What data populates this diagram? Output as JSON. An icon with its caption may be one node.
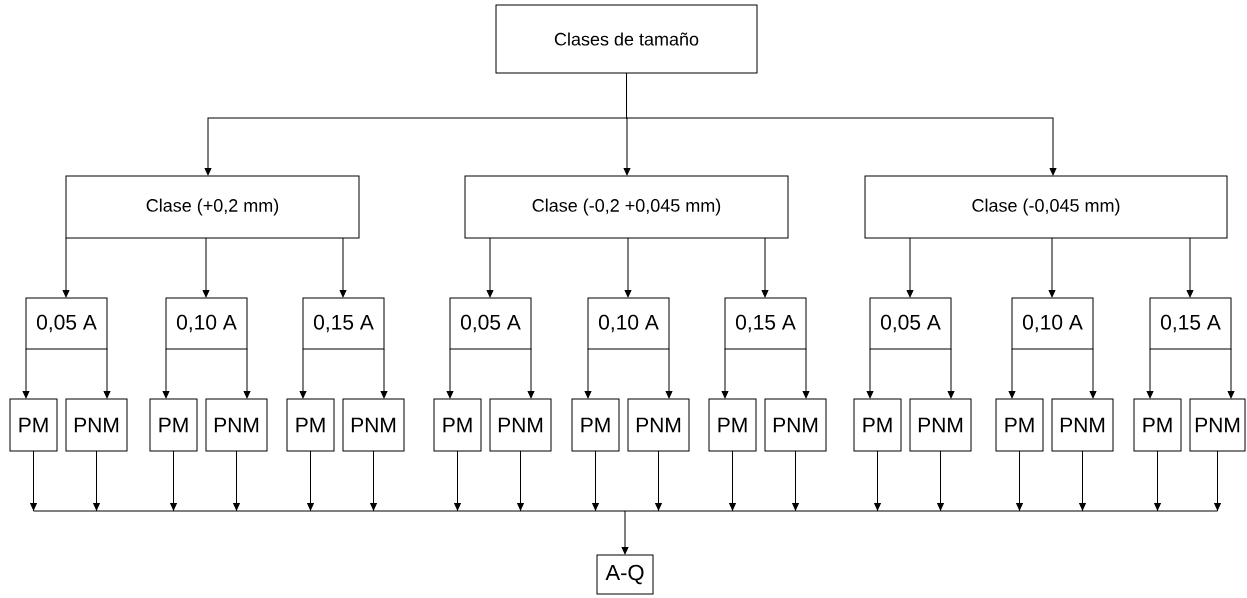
{
  "diagram": {
    "nodes": [
      {
        "text": [
          "Clases de tamaño"
        ]
      },
      {
        "text": [
          "Clase (+0,2 mm)"
        ]
      },
      {
        "text": [
          "Clase (-0,2 +0,045 mm)"
        ]
      },
      {
        "text": [
          "Clase (-0,045 mm)"
        ]
      },
      {
        "text": [
          "0,05 A"
        ]
      },
      {
        "text": [
          "0,10 A"
        ]
      },
      {
        "text": [
          "0,15 A"
        ]
      },
      {
        "text": [
          "0,05 A"
        ]
      },
      {
        "text": [
          "0,10 A"
        ]
      },
      {
        "text": [
          "0,15 A"
        ]
      },
      {
        "text": [
          "0,05 A"
        ]
      },
      {
        "text": [
          "0,10 A"
        ]
      },
      {
        "text": [
          "0,15 A"
        ]
      },
      {
        "text": [
          "PM"
        ]
      },
      {
        "text": [
          "PNM"
        ]
      },
      {
        "text": [
          "PM"
        ]
      },
      {
        "text": [
          "PNM"
        ]
      },
      {
        "text": [
          "PM"
        ]
      },
      {
        "text": [
          "PNM"
        ]
      },
      {
        "text": [
          "PM"
        ]
      },
      {
        "text": [
          "PNM"
        ]
      },
      {
        "text": [
          "PM"
        ]
      },
      {
        "text": [
          "PNM"
        ]
      },
      {
        "text": [
          "PM"
        ]
      },
      {
        "text": [
          "PNM"
        ]
      },
      {
        "text": [
          "PM"
        ]
      },
      {
        "text": [
          "PNM"
        ]
      },
      {
        "text": [
          "PM"
        ]
      },
      {
        "text": [
          "PNM"
        ]
      },
      {
        "text": [
          "PM"
        ]
      },
      {
        "text": [
          "PNM"
        ]
      },
      {
        "text": [
          "A-Q"
        ]
      }
    ],
    "edges": [
      {
        "from": 0,
        "to": 1,
        "arrow": "to"
      },
      {
        "from": 0,
        "to": 2,
        "arrow": "to"
      },
      {
        "from": 0,
        "to": 3,
        "arrow": "to"
      },
      {
        "from": 1,
        "to": 4,
        "arrow": "to"
      },
      {
        "from": 1,
        "to": 5,
        "arrow": "to"
      },
      {
        "from": 1,
        "to": 6,
        "arrow": "to"
      },
      {
        "from": 2,
        "to": 7,
        "arrow": "to"
      },
      {
        "from": 2,
        "to": 8,
        "arrow": "to"
      },
      {
        "from": 2,
        "to": 9,
        "arrow": "to"
      },
      {
        "from": 3,
        "to": 10,
        "arrow": "to"
      },
      {
        "from": 3,
        "to": 11,
        "arrow": "to"
      },
      {
        "from": 3,
        "to": 12,
        "arrow": "to"
      },
      {
        "from": 4,
        "to": 13,
        "arrow": "to"
      },
      {
        "from": 4,
        "to": 14,
        "arrow": "to"
      },
      {
        "from": 5,
        "to": 15,
        "arrow": "to"
      },
      {
        "from": 5,
        "to": 16,
        "arrow": "to"
      },
      {
        "from": 6,
        "to": 17,
        "arrow": "to"
      },
      {
        "from": 6,
        "to": 18,
        "arrow": "to"
      },
      {
        "from": 7,
        "to": 19,
        "arrow": "to"
      },
      {
        "from": 7,
        "to": 20,
        "arrow": "to"
      },
      {
        "from": 8,
        "to": 21,
        "arrow": "to"
      },
      {
        "from": 8,
        "to": 22,
        "arrow": "to"
      },
      {
        "from": 9,
        "to": 23,
        "arrow": "to"
      },
      {
        "from": 9,
        "to": 24,
        "arrow": "to"
      },
      {
        "from": 10,
        "to": 25,
        "arrow": "to"
      },
      {
        "from": 10,
        "to": 26,
        "arrow": "to"
      },
      {
        "from": 11,
        "to": 27,
        "arrow": "to"
      },
      {
        "from": 11,
        "to": 28,
        "arrow": "to"
      },
      {
        "from": 12,
        "to": 29,
        "arrow": "to"
      },
      {
        "from": 12,
        "to": 30,
        "arrow": "to"
      },
      {
        "from": 13,
        "to": 31,
        "arrow": "to"
      },
      {
        "from": 14,
        "to": 31,
        "arrow": "to"
      },
      {
        "from": 15,
        "to": 31,
        "arrow": "to"
      },
      {
        "from": 16,
        "to": 31,
        "arrow": "to"
      },
      {
        "from": 17,
        "to": 31,
        "arrow": "to"
      },
      {
        "from": 18,
        "to": 31,
        "arrow": "to"
      },
      {
        "from": 19,
        "to": 31,
        "arrow": "to"
      },
      {
        "from": 20,
        "to": 31,
        "arrow": "to"
      },
      {
        "from": 21,
        "to": 31,
        "arrow": "to"
      },
      {
        "from": 22,
        "to": 31,
        "arrow": "to"
      },
      {
        "from": 23,
        "to": 31,
        "arrow": "to"
      },
      {
        "from": 24,
        "to": 31,
        "arrow": "to"
      },
      {
        "from": 25,
        "to": 31,
        "arrow": "to"
      },
      {
        "from": 26,
        "to": 31,
        "arrow": "to"
      },
      {
        "from": 27,
        "to": 31,
        "arrow": "to"
      },
      {
        "from": 28,
        "to": 31,
        "arrow": "to"
      },
      {
        "from": 29,
        "to": 31,
        "arrow": "to"
      },
      {
        "from": 30,
        "to": 31,
        "arrow": "to"
      }
    ]
  }
}
